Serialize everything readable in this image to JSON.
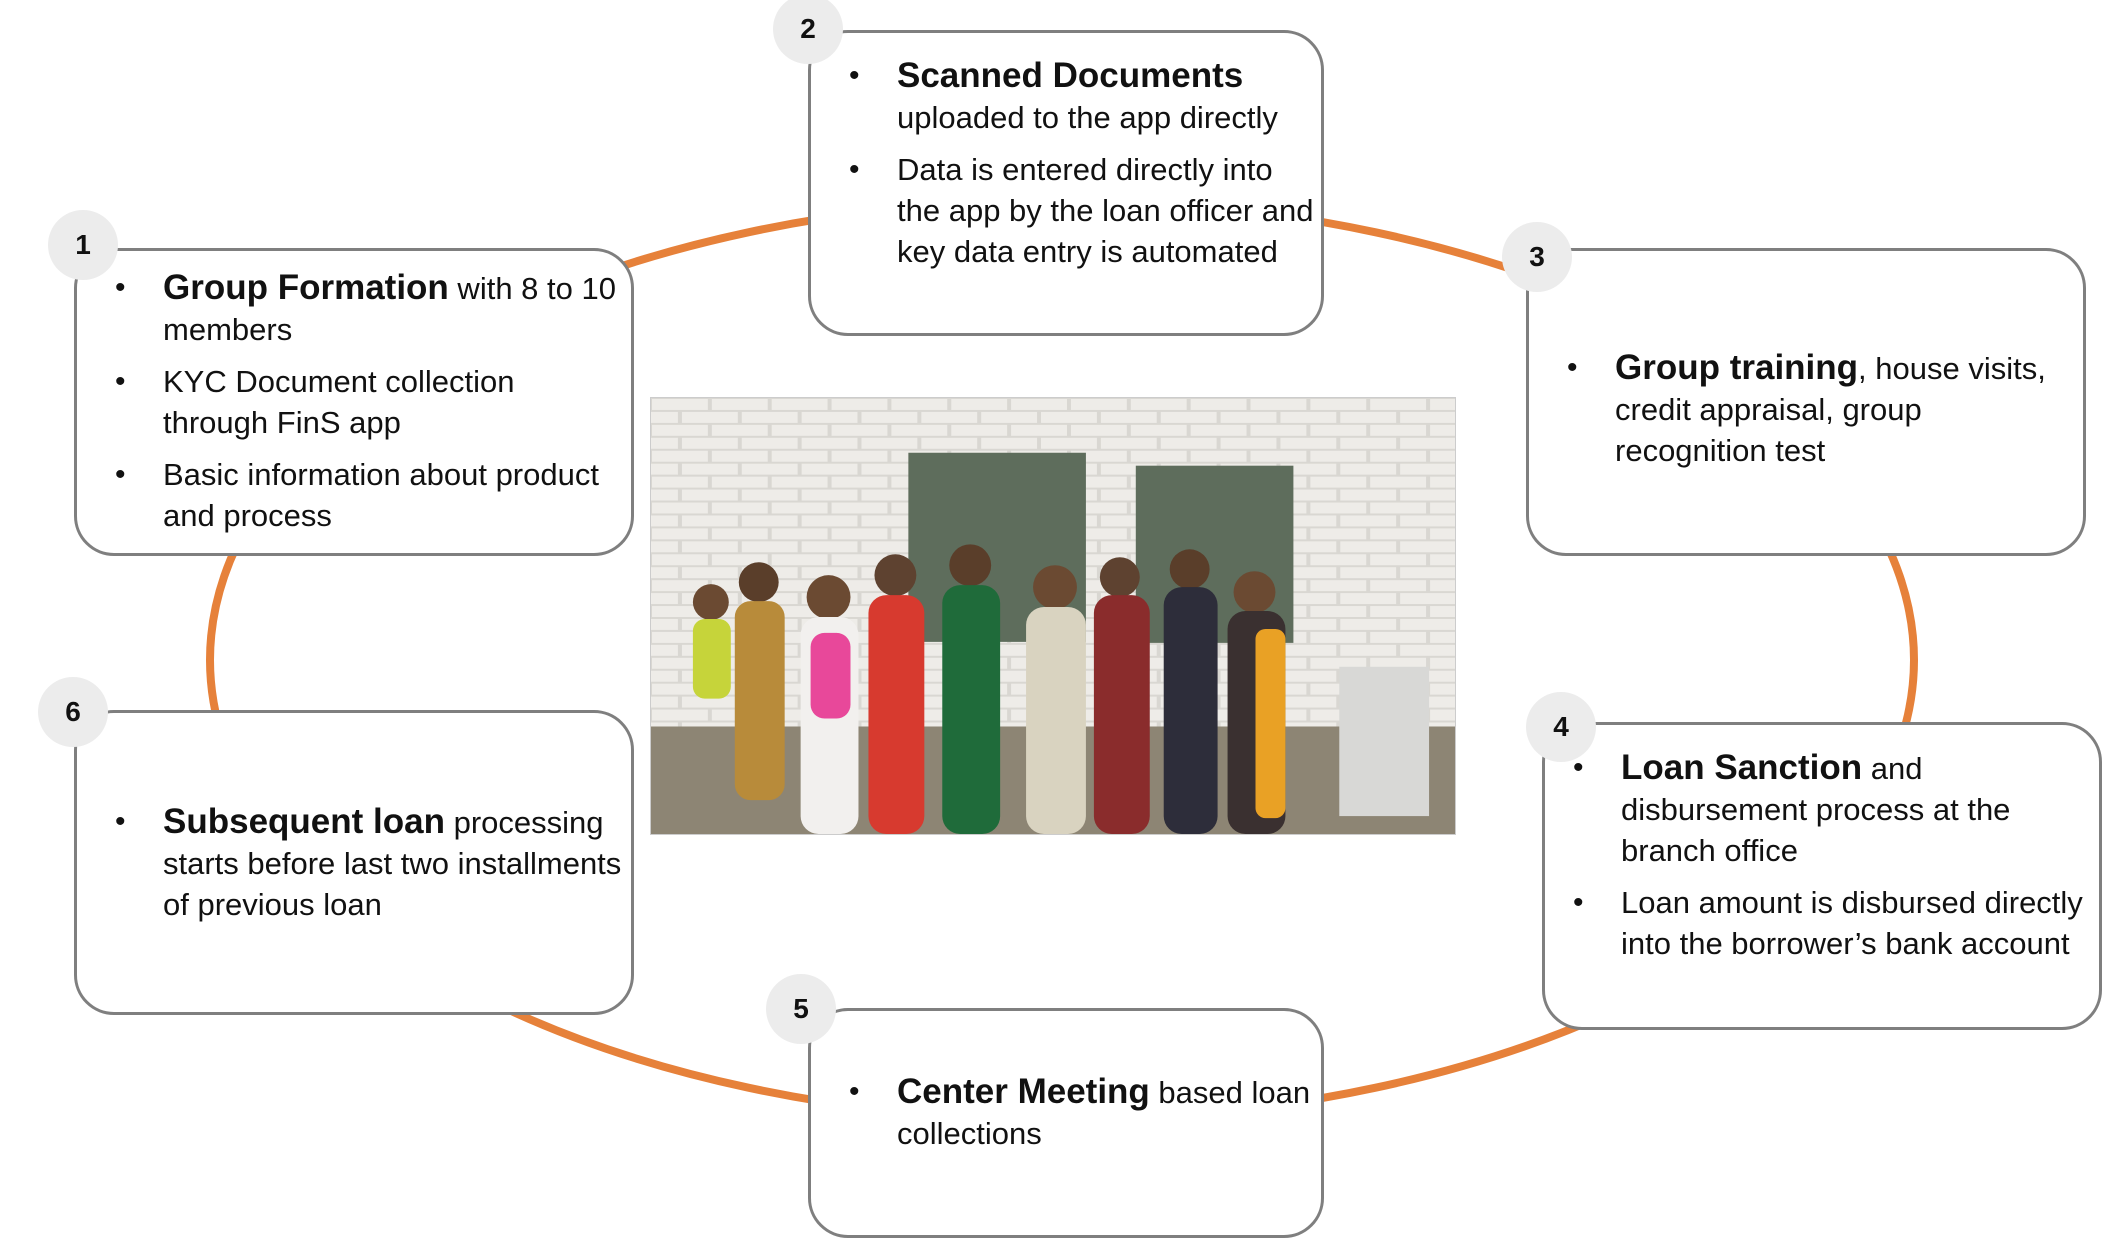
{
  "steps": [
    {
      "number": "1",
      "items": [
        {
          "bold": "Group Formation",
          "text": " with 8 to 10 members"
        },
        {
          "bold": "",
          "text": "KYC Document collection through FinS app"
        },
        {
          "bold": "",
          "text": "Basic information about product and process"
        }
      ]
    },
    {
      "number": "2",
      "items": [
        {
          "bold": "Scanned Documents",
          "text": " uploaded to the app directly"
        },
        {
          "bold": "",
          "text": "Data is entered directly into the app by the loan officer and key data entry is automated"
        }
      ]
    },
    {
      "number": "3",
      "items": [
        {
          "bold": "Group training",
          "text": ", house visits, credit appraisal, group recognition test"
        }
      ]
    },
    {
      "number": "4",
      "items": [
        {
          "bold": "Loan Sanction",
          "text": " and disbursement process at the branch office"
        },
        {
          "bold": "",
          "text": "Loan amount is disbursed directly into the borrower’s bank account"
        }
      ]
    },
    {
      "number": "5",
      "items": [
        {
          "bold": "Center Meeting",
          "text": " based loan collections"
        }
      ]
    },
    {
      "number": "6",
      "items": [
        {
          "bold": "Subsequent loan",
          "text": " processing starts before last two installments of previous loan"
        }
      ]
    }
  ],
  "colors": {
    "cycle_line": "#e6813a",
    "box_border": "#7f7f7f",
    "badge_fill": "#ececec"
  }
}
